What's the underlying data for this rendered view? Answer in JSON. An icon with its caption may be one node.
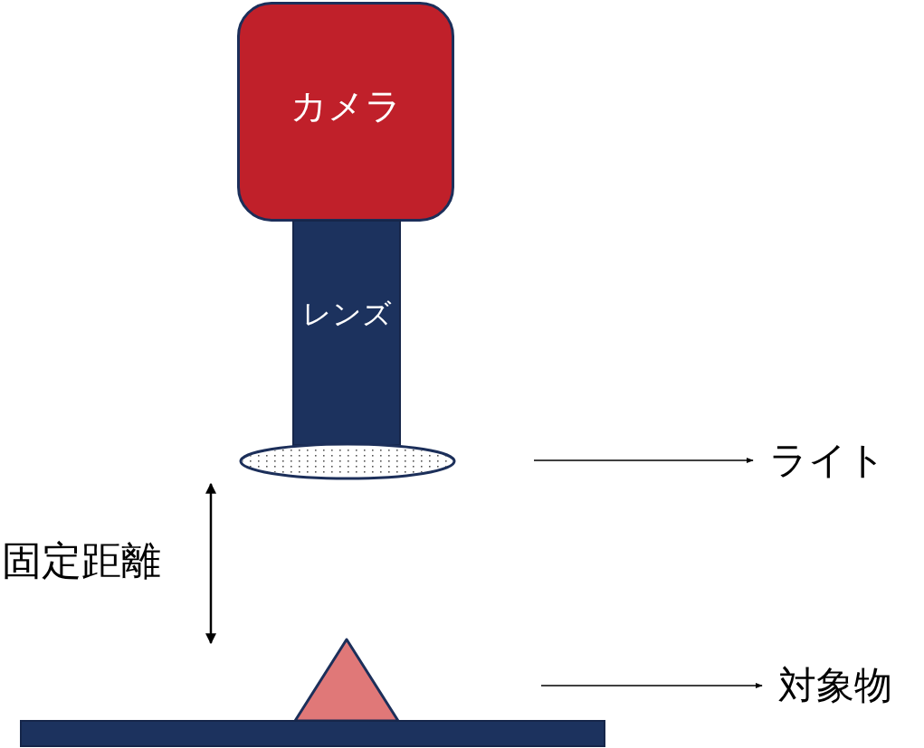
{
  "diagram": {
    "nodes": [
      {
        "text": [
          "カメラ"
        ]
      },
      {
        "text": [
          "レンズ"
        ]
      },
      {
        "text": [],
        "shape": "ellipse"
      },
      {
        "text": [
          "ライト"
        ]
      },
      {
        "text": [],
        "shape": "triangle"
      },
      {
        "text": [
          "対象物"
        ]
      },
      {
        "text": [],
        "shape": "bar"
      }
    ],
    "edges": [
      {
        "from": null,
        "to": 3,
        "arrow": "to"
      },
      {
        "from": null,
        "to": 5,
        "arrow": "to"
      }
    ],
    "labels": [
      "固定距離"
    ]
  }
}
